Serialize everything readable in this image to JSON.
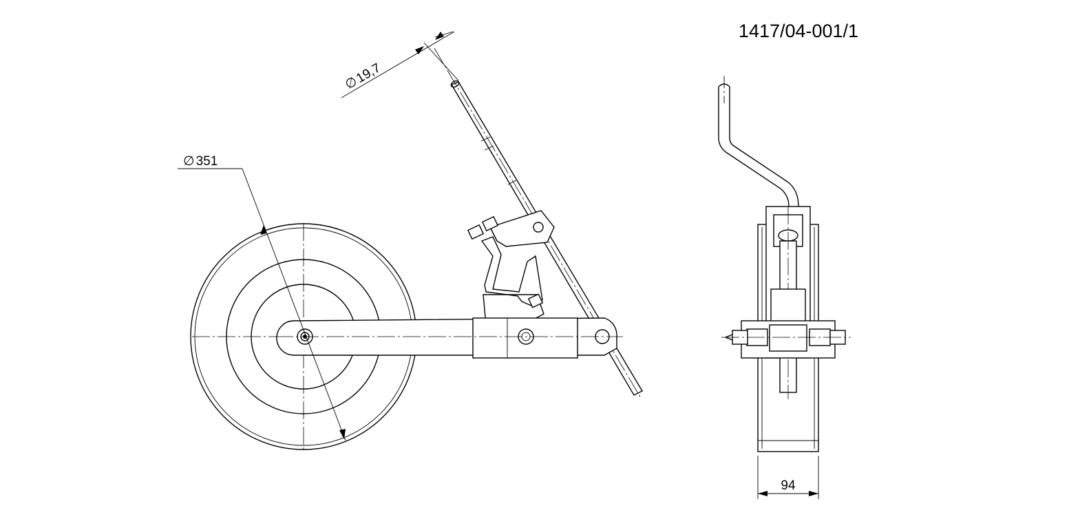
{
  "drawing": {
    "number": "1417/04-001/1",
    "dimensions": {
      "wheel_diameter": "351",
      "shaft_diameter": "19,7",
      "width": "94"
    },
    "symbols": {
      "diameter_glyph": "∅"
    }
  }
}
